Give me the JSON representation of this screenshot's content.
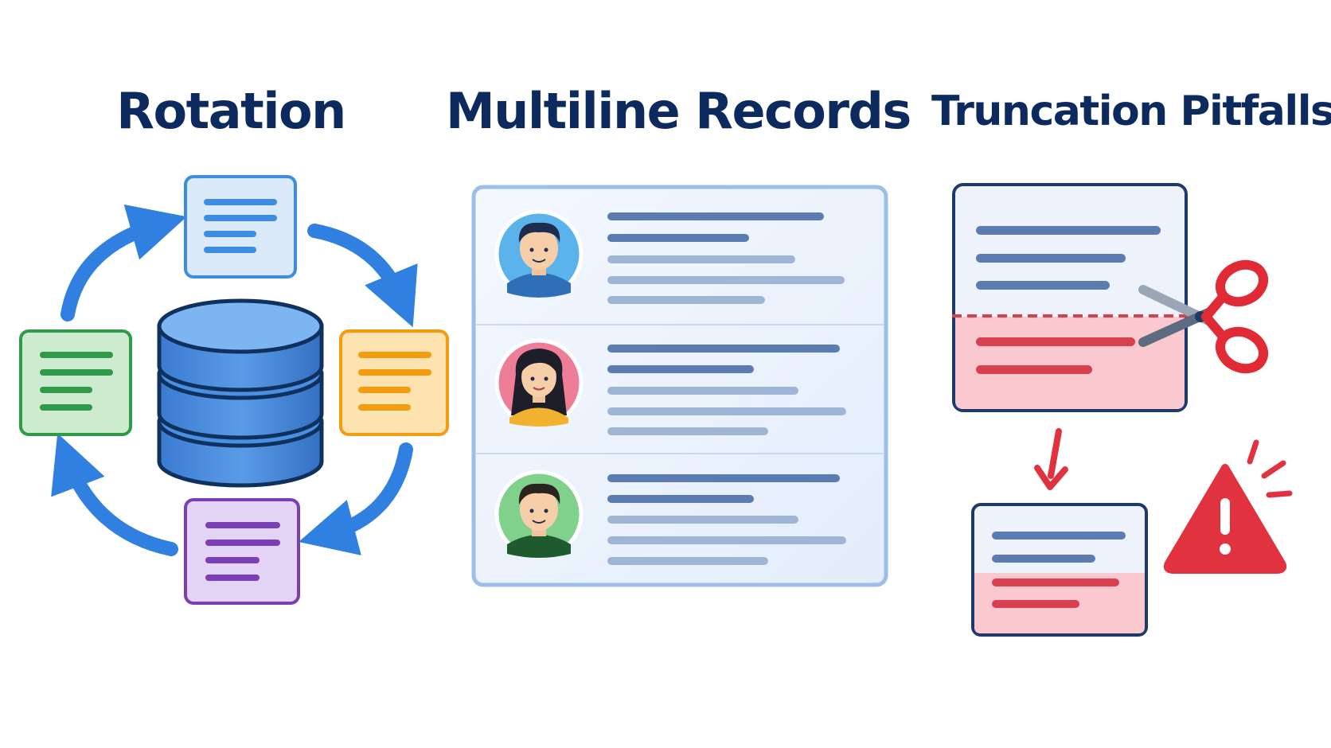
{
  "headings": {
    "rotation": "Rotation",
    "multiline": "Multiline Records",
    "truncation": "Truncation Pitfalls"
  },
  "colors": {
    "heading": "#0d2a5e",
    "arrow_blue": "#2f80e0",
    "database_blue": "#4a90e2",
    "database_outline": "#10305e",
    "doc_blue_border": "#3d8de0",
    "doc_green_border": "#2f9a48",
    "doc_orange_border": "#f39c12",
    "doc_purple_border": "#7b3fb5",
    "record_line_dark": "#5a7cb0",
    "record_line_light": "#9fb5d6",
    "truncated_fill": "#f9c9cf",
    "truncated_line": "#d9404f",
    "warning_red": "#e0323f",
    "scissors_red": "#e02b36"
  },
  "icons": [
    "rotation-cycle-arrows",
    "database-icon",
    "log-document-icon",
    "avatar-man-icon",
    "avatar-woman-icon",
    "scissors-icon",
    "down-arrow-icon",
    "warning-icon"
  ]
}
